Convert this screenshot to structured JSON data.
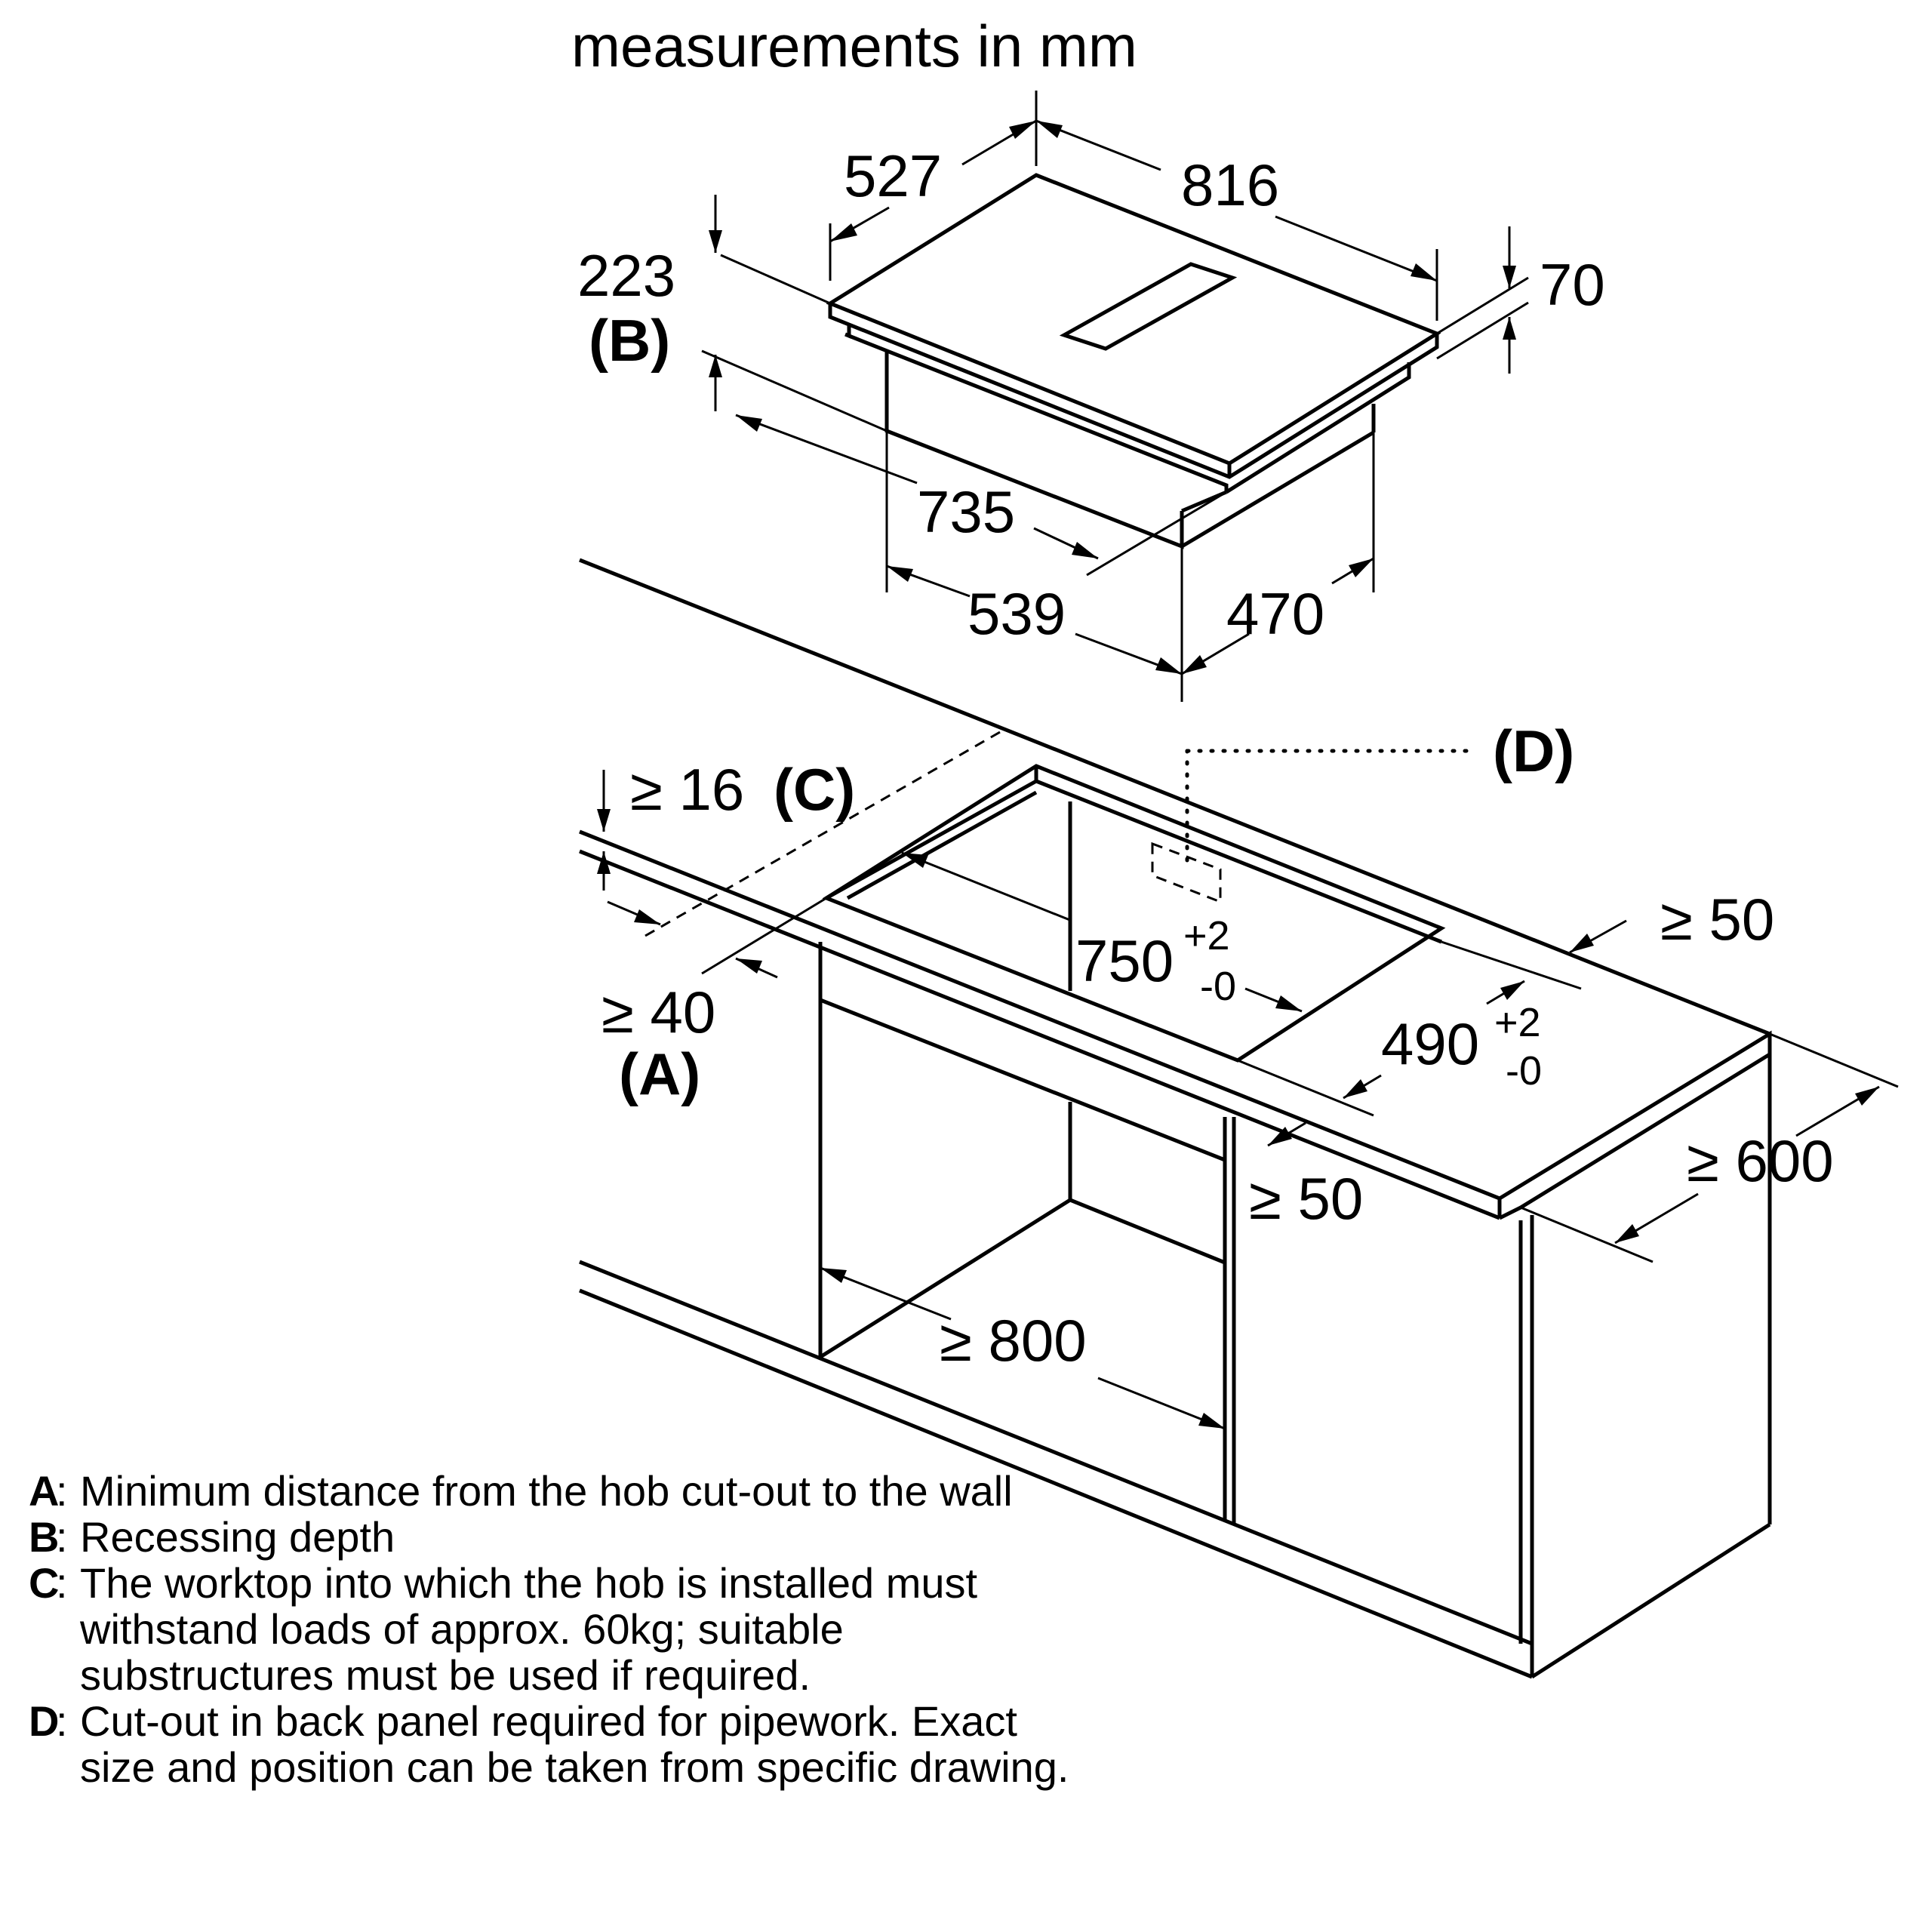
{
  "title": "measurements in mm",
  "appliance_dimensions": {
    "depth": "527",
    "width": "816",
    "height_total": "223",
    "recess_ref": "(B)",
    "glass_height": "70",
    "lower_width": "735",
    "lower_front": "539",
    "lower_depth": "470"
  },
  "cutout_dimensions": {
    "worktop_thickness": "≥ 16",
    "worktop_ref": "(C)",
    "wall_distance": "≥ 40",
    "wall_ref": "(A)",
    "cutout_width": "750",
    "cutout_width_tol_plus": "+2",
    "cutout_width_tol_minus": "-0",
    "cutout_depth": "490",
    "cutout_depth_tol_plus": "+2",
    "cutout_depth_tol_minus": "-0",
    "side_clearance": "≥ 50",
    "front_clearance": "≥ 50",
    "worktop_depth": "≥ 600",
    "cabinet_width": "≥ 800",
    "backpanel_ref": "(D)"
  },
  "notes": [
    {
      "key": "A",
      "text": "Minimum distance from the hob cut-out to the wall"
    },
    {
      "key": "B",
      "text": "Recessing depth"
    },
    {
      "key": "C",
      "text": "The worktop into which the hob is installed must withstand loads of approx. 60kg; suitable substructures must be used if required."
    },
    {
      "key": "D",
      "text": "Cut-out in back panel required for pipework. Exact size and position can be taken from specific drawing."
    }
  ]
}
